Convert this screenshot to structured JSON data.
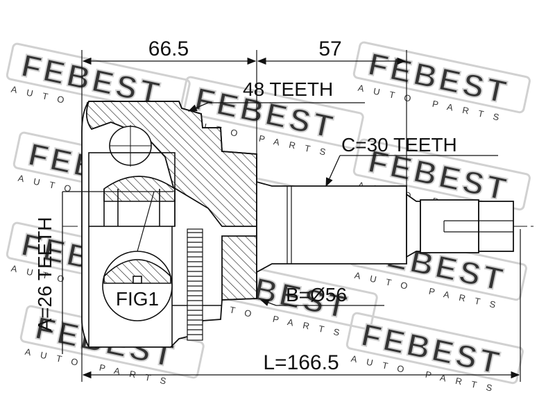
{
  "dimensions": {
    "outer_width": "66.5",
    "shaft_length": "57",
    "total_length": "L=166.5"
  },
  "labels": {
    "outer_teeth": "48 TEETH",
    "shaft_teeth": "C=30 TEETH",
    "inner_teeth": "A=26 TEETH",
    "seal_diameter": "B=Ø56",
    "detail": "FIG1"
  },
  "watermark": {
    "brand": "FEBEST",
    "tagline": "AUTO PARTS"
  }
}
